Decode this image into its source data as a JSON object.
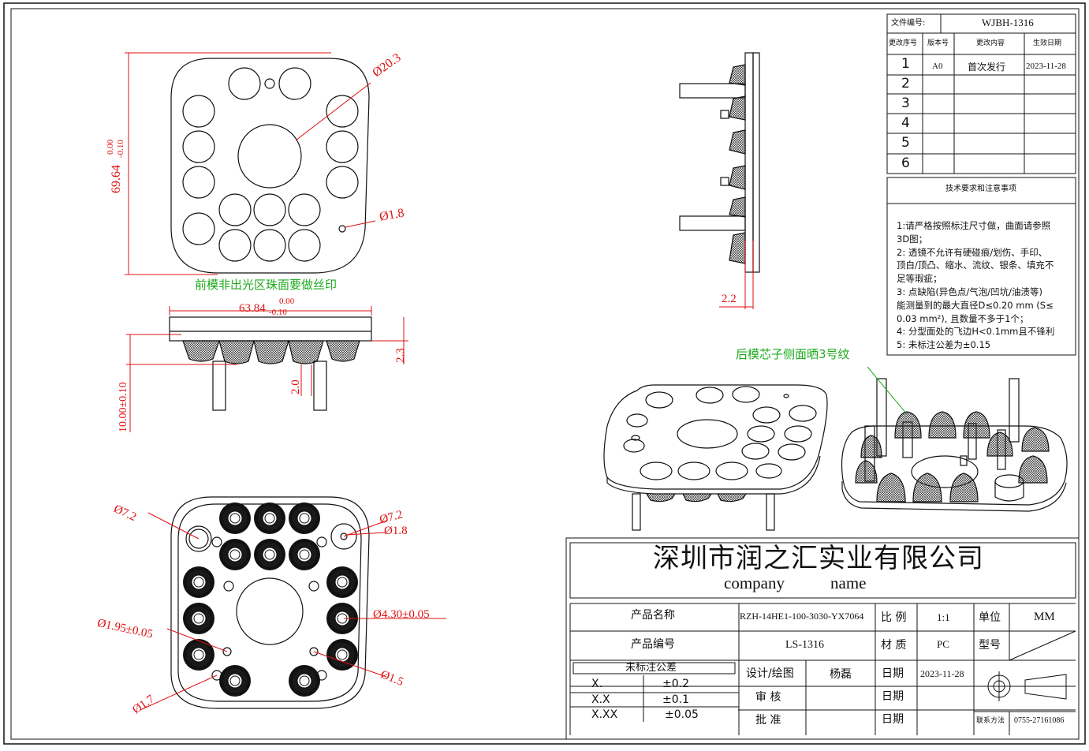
{
  "revision_block": {
    "doc_no_label": "文件编号:",
    "doc_no": "WJBH-1316",
    "headers": [
      "更改序号",
      "版本号",
      "更改内容",
      "生效日期"
    ],
    "rows": [
      {
        "no": "1",
        "version": "A0",
        "content": "首次发行",
        "date": "2023-11-28"
      },
      {
        "no": "2",
        "version": "",
        "content": "",
        "date": ""
      },
      {
        "no": "3",
        "version": "",
        "content": "",
        "date": ""
      },
      {
        "no": "4",
        "version": "",
        "content": "",
        "date": ""
      },
      {
        "no": "5",
        "version": "",
        "content": "",
        "date": ""
      },
      {
        "no": "6",
        "version": "",
        "content": "",
        "date": ""
      }
    ]
  },
  "tech_notes": {
    "title": "技术要求和注意事项",
    "lines": [
      "1:请严格按照标注尺寸做，曲面请参照",
      "3D图；",
      "2: 透镜不允许有硬碰痕/划伤、手印、",
      "顶白/顶凸、缩水、流纹、银条、填充不",
      "足等瑕疵；",
      "3: 点缺陷(异色点/气泡/凹坑/油渍等)",
      "能测量到的最大直径D≤0.20 mm (S≤",
      "0.03 mm²),  且数量不多于1个；",
      "4: 分型面处的飞边H<0.1mm且不锋利",
      "5: 未标注公差为±0.15"
    ]
  },
  "annotations": {
    "front_mold_note": "前模非出光区珠面要做丝印",
    "rear_mold_note": "后模芯子侧面晒3号纹"
  },
  "dimensions": {
    "top_center_dia": "Ø20.3",
    "top_small_dia": "Ø1.8",
    "height_main": "69.64",
    "height_tol_upper": "0.00",
    "height_tol_lower": "-0.10",
    "width_main": "63.84",
    "width_tol_upper": "0.00",
    "width_tol_lower": "-0.10",
    "side_thickness": "2.3",
    "side_step": "2.0",
    "side_height": "10.00±0.10",
    "side_view_dim": "2.2",
    "bottom_d72_left": "Ø7.2",
    "bottom_d72_right": "Ø7.2",
    "bottom_d18": "Ø1.8",
    "bottom_d430": "Ø4.30±0.05",
    "bottom_d195": "Ø1.95±0.05",
    "bottom_d15": "Ø1.5",
    "bottom_d17": "Ø1.7"
  },
  "title_block": {
    "company_cn": "深圳市润之汇实业有限公司",
    "company_en_1": "company",
    "company_en_2": "name",
    "product_name_label": "产品名称",
    "product_name": "RZH-14HE1-100-3030-YX7064",
    "product_code_label": "产品编号",
    "product_code": "LS-1316",
    "scale_label": "比 例",
    "scale": "1:1",
    "unit_label": "单位",
    "unit": "MM",
    "material_label": "材 质",
    "material": "PC",
    "model_label": "型号",
    "model": "",
    "tolerance_title": "未标注公差",
    "tolerances": [
      {
        "format": "X.",
        "value": "±0.2"
      },
      {
        "format": "X.X",
        "value": "±0.1"
      },
      {
        "format": "X.XX",
        "value": "±0.05"
      }
    ],
    "design_label": "设计/绘图",
    "designer": "杨磊",
    "review_label": "审 核",
    "reviewer": "",
    "approve_label": "批 准",
    "approver": "",
    "date_label": "日期",
    "date1": "2023-11-28",
    "date2": "",
    "date3": "",
    "contact_label": "联系方法",
    "contact": "0755-27161086"
  },
  "colors": {
    "line": "#111111",
    "dimension": "#e01010",
    "note": "#1faa1f"
  }
}
